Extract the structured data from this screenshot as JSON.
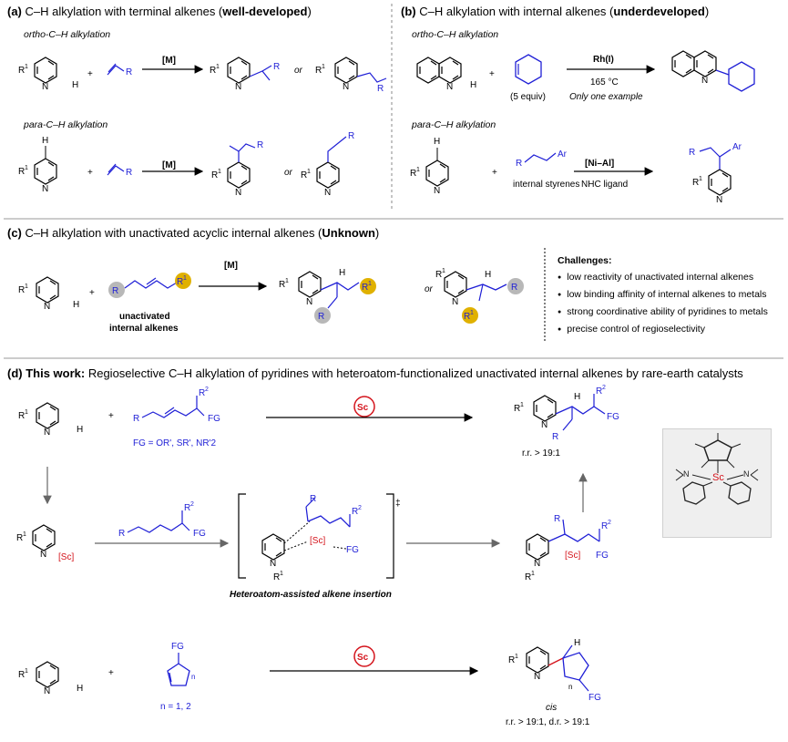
{
  "panel_a": {
    "title_prefix": "(a)",
    "title_main": " C–H alkylation with terminal alkenes (",
    "title_bold": "well-developed",
    "title_end": ")",
    "ortho_label": "ortho-C–H alkylation",
    "para_label": "para-C–H alkylation",
    "catalyst": "[M]",
    "or": "or",
    "r1": "R1",
    "r": "R",
    "h": "H",
    "n": "N",
    "plus": "+"
  },
  "panel_b": {
    "title_prefix": "(b)",
    "title_main": " C–H alkylation with internal alkenes (",
    "title_bold": "underdeveloped",
    "title_end": ")",
    "ortho_label": "ortho-C–H alkylation",
    "para_label": "para-C–H alkylation",
    "equiv": "(5 equiv)",
    "catalyst_top": "Rh(I)",
    "temp": "165 °C",
    "only_one": "Only one example",
    "internal_styrenes": "internal styrenes",
    "ni_al": "[Ni–Al]",
    "nhc": "NHC ligand",
    "ar": "Ar"
  },
  "panel_c": {
    "title_prefix": "(c)",
    "title_main": " C–H alkylation with unactivated acyclic internal alkenes (",
    "title_bold": "Unknown",
    "title_end": ")",
    "catalyst": "[M]",
    "alkene_label_1": "unactivated",
    "alkene_label_2": "internal alkenes",
    "challenges_title": "Challenges:",
    "challenges": [
      "low reactivity of unactivated internal alkenes",
      "low binding affinity of internal alkenes to metals",
      "strong coordinative ability of pyridines to metals",
      "precise control of regioselectivity"
    ]
  },
  "panel_d": {
    "title_prefix": "(d) This work:",
    "title_main": " Regioselective C–H alkylation of pyridines with heteroatom-functionalized unactivated internal alkenes by rare-earth catalysts",
    "fg_def": "FG = OR', SR', NR'2",
    "r2": "R2",
    "fg": "FG",
    "sc": "Sc",
    "sc_bracket": "[Sc]",
    "rr1": "r.r. > 19:1",
    "ts_caption": "Heteroatom-assisted alkene insertion",
    "double_dagger": "‡",
    "n_def": "n = 1, 2",
    "n_sub": "n",
    "cis": "cis",
    "rr_dr": "r.r. > 19:1, d.r. > 19:1"
  },
  "colors": {
    "blue": "#1f1fd6",
    "red": "#d4141c",
    "grey_ball": "#b8b8b8",
    "gold_ball": "#e0b100",
    "arrow": "#666666"
  }
}
